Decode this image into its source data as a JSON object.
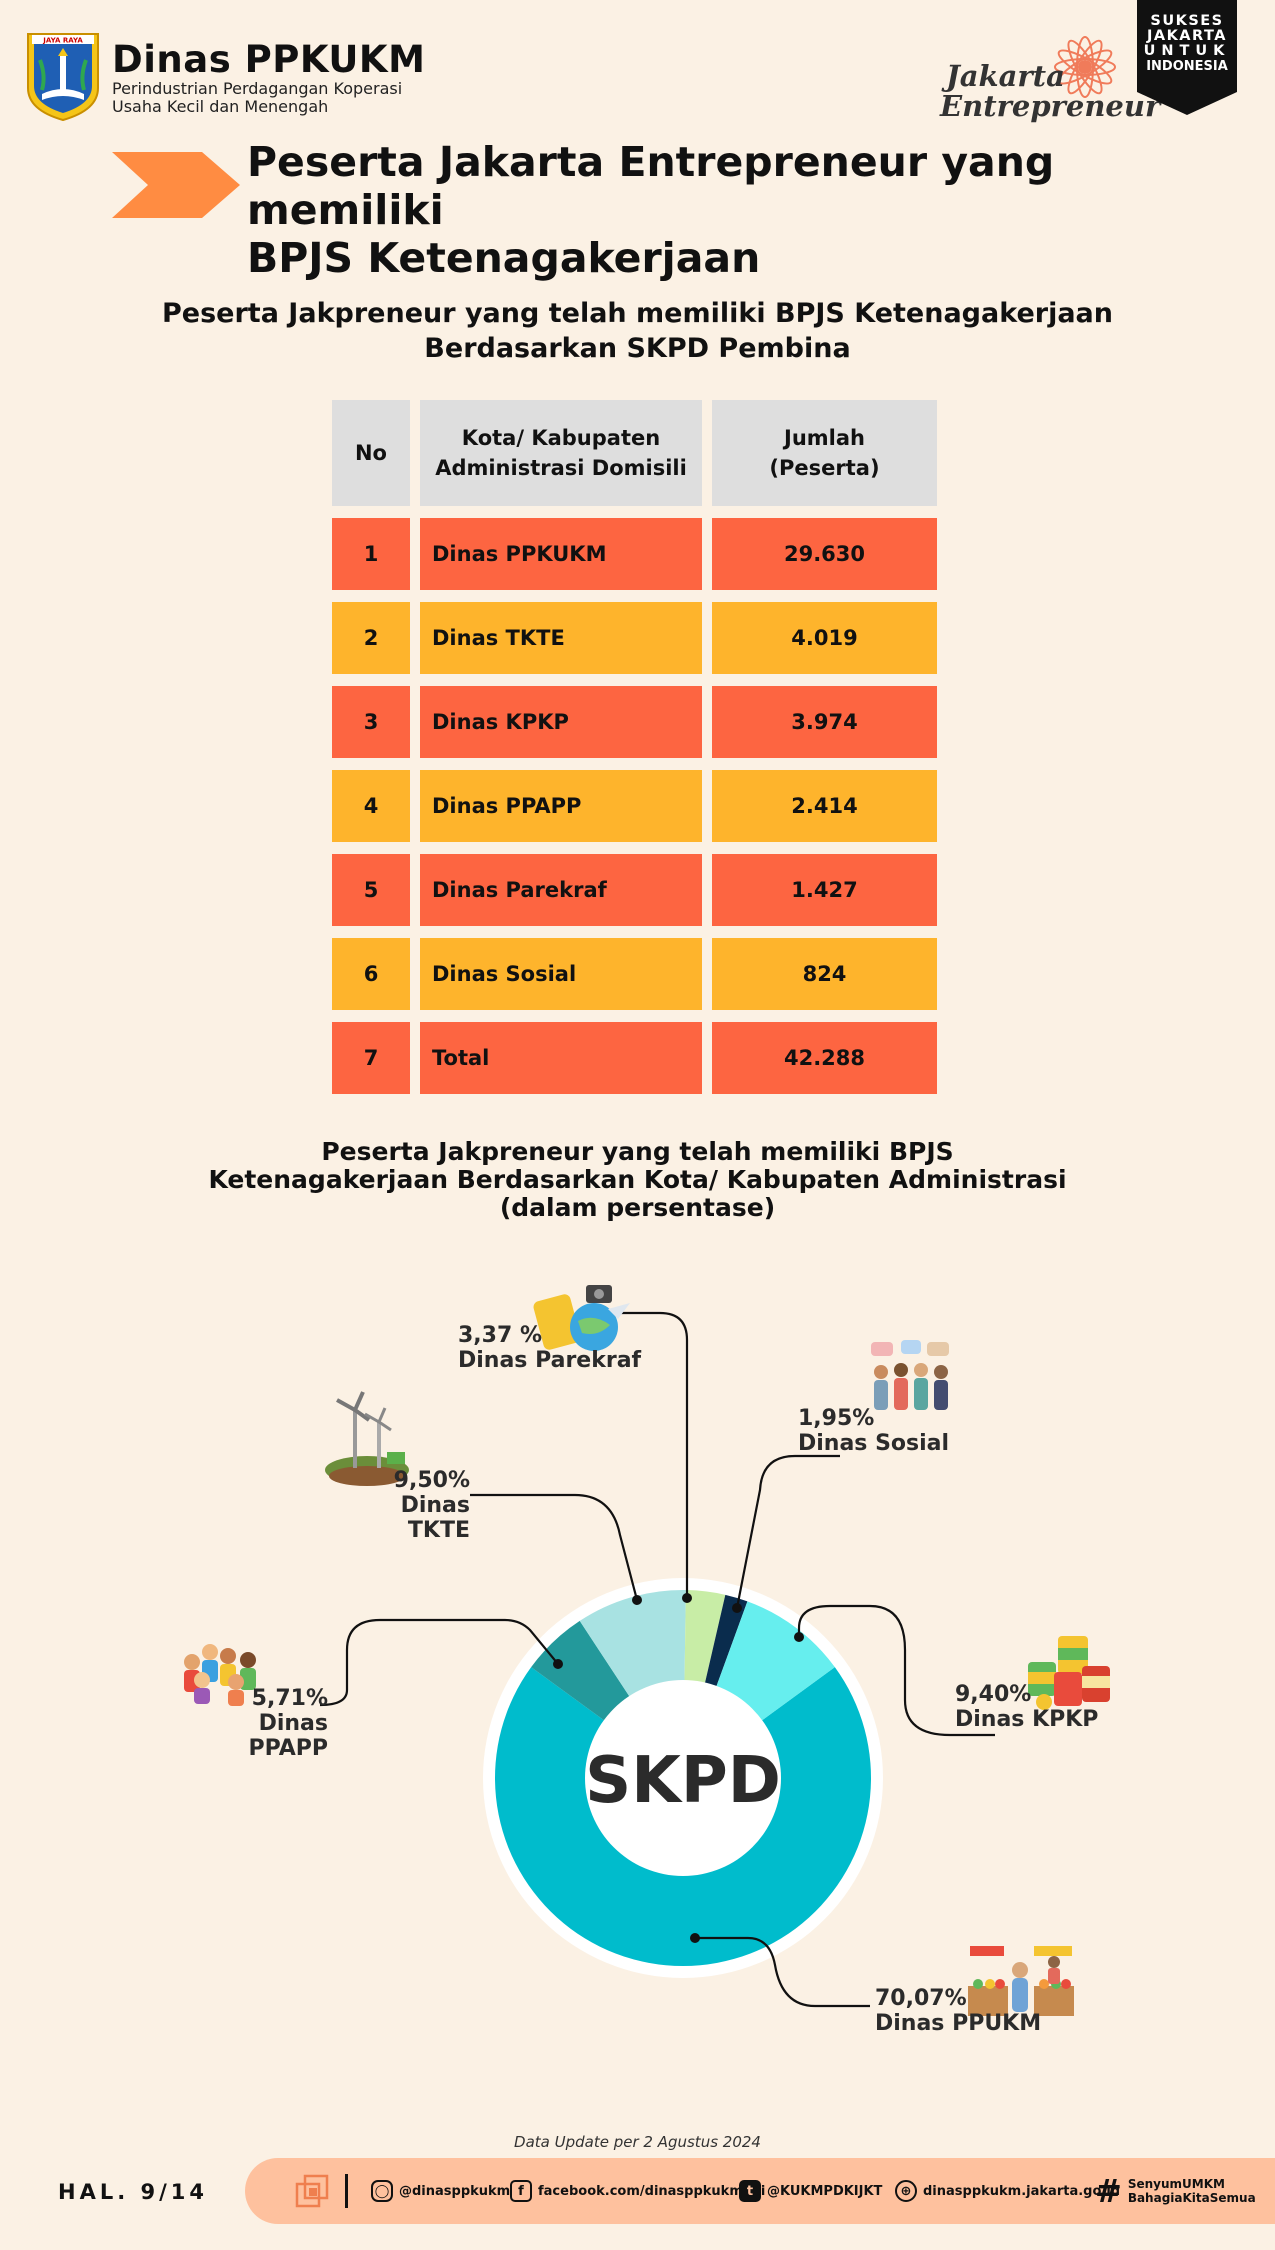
{
  "header": {
    "org_name": "Dinas PPKUKM",
    "org_sub_1": "Perindustrian Perdagangan Koperasi",
    "org_sub_2": "Usaha Kecil dan Menengah",
    "crest_motto": "JAYA RAYA",
    "je_logo_1": "Jakarta",
    "je_logo_2": "Entrepreneur",
    "sukses_lines": [
      "SUKSES",
      "JAKARTA",
      "UNTUK",
      "INDONESIA"
    ]
  },
  "main_title_1": "Peserta Jakarta Entrepreneur yang memiliki",
  "main_title_2": "BPJS Ketenagakerjaan",
  "table_section": {
    "title_1": "Peserta Jakpreneur yang telah memiliki BPJS Ketenagakerjaan",
    "title_2": "Berdasarkan SKPD Pembina",
    "headers": {
      "no": "No",
      "kota_1": "Kota/ Kabupaten",
      "kota_2": "Administrasi Domisili",
      "jumlah_1": "Jumlah",
      "jumlah_2": "(Peserta)"
    },
    "rows": [
      {
        "no": "1",
        "name": "Dinas PPKUKM",
        "value": "29.630"
      },
      {
        "no": "2",
        "name": "Dinas TKTE",
        "value": "4.019"
      },
      {
        "no": "3",
        "name": "Dinas KPKP",
        "value": "3.974"
      },
      {
        "no": "4",
        "name": "Dinas PPAPP",
        "value": "2.414"
      },
      {
        "no": "5",
        "name": "Dinas Parekraf",
        "value": "1.427"
      },
      {
        "no": "6",
        "name": "Dinas Sosial",
        "value": "824"
      },
      {
        "no": "7",
        "name": "Total",
        "value": "42.288"
      }
    ],
    "colors": {
      "red": "#fd6541",
      "amber": "#feb42c",
      "header": "#dedede"
    }
  },
  "chart_section": {
    "title_1": "Peserta Jakpreneur yang telah memiliki BPJS",
    "title_2": "Ketenagakerjaan Berdasarkan Kota/ Kabupaten Administrasi",
    "title_3": "(dalam persentase)",
    "center_label": "SKPD"
  },
  "chart_data": {
    "type": "pie",
    "title": "Peserta Jakpreneur yang telah memiliki BPJS Ketenagakerjaan Berdasarkan Kota/ Kabupaten Administrasi (dalam persentase)",
    "center_label": "SKPD",
    "slices": [
      {
        "label": "Dinas PPUKM",
        "value": 70.07,
        "display": "70,07%",
        "color": "#00bccc"
      },
      {
        "label": "Dinas PPAPP",
        "value": 5.71,
        "display": "5,71%",
        "color": "#23999b"
      },
      {
        "label": "Dinas TKTE",
        "value": 9.5,
        "display": "9,50%",
        "color": "#a8e2e2"
      },
      {
        "label": "Dinas Parekraf",
        "value": 3.37,
        "display": "3,37 %",
        "color": "#c8eda6"
      },
      {
        "label": "Dinas Sosial",
        "value": 1.95,
        "display": "1,95%",
        "color": "#0a2c4d"
      },
      {
        "label": "Dinas KPKP",
        "value": 9.4,
        "display": "9,40%",
        "color": "#66eeee"
      }
    ]
  },
  "footer": {
    "update": "Data Update per 2 Agustus 2024",
    "page": "HAL. 9/14",
    "instagram": "@dinasppkukm",
    "facebook": "facebook.com/dinasppkukmdki",
    "twitter": "@KUKMPDKIJKT",
    "website": "dinasppkukm.jakarta.go.id",
    "hashtag_1": "SenyumUMKM",
    "hashtag_2": "BahagiaKitaSemua",
    "bar_color": "#fec19e"
  }
}
